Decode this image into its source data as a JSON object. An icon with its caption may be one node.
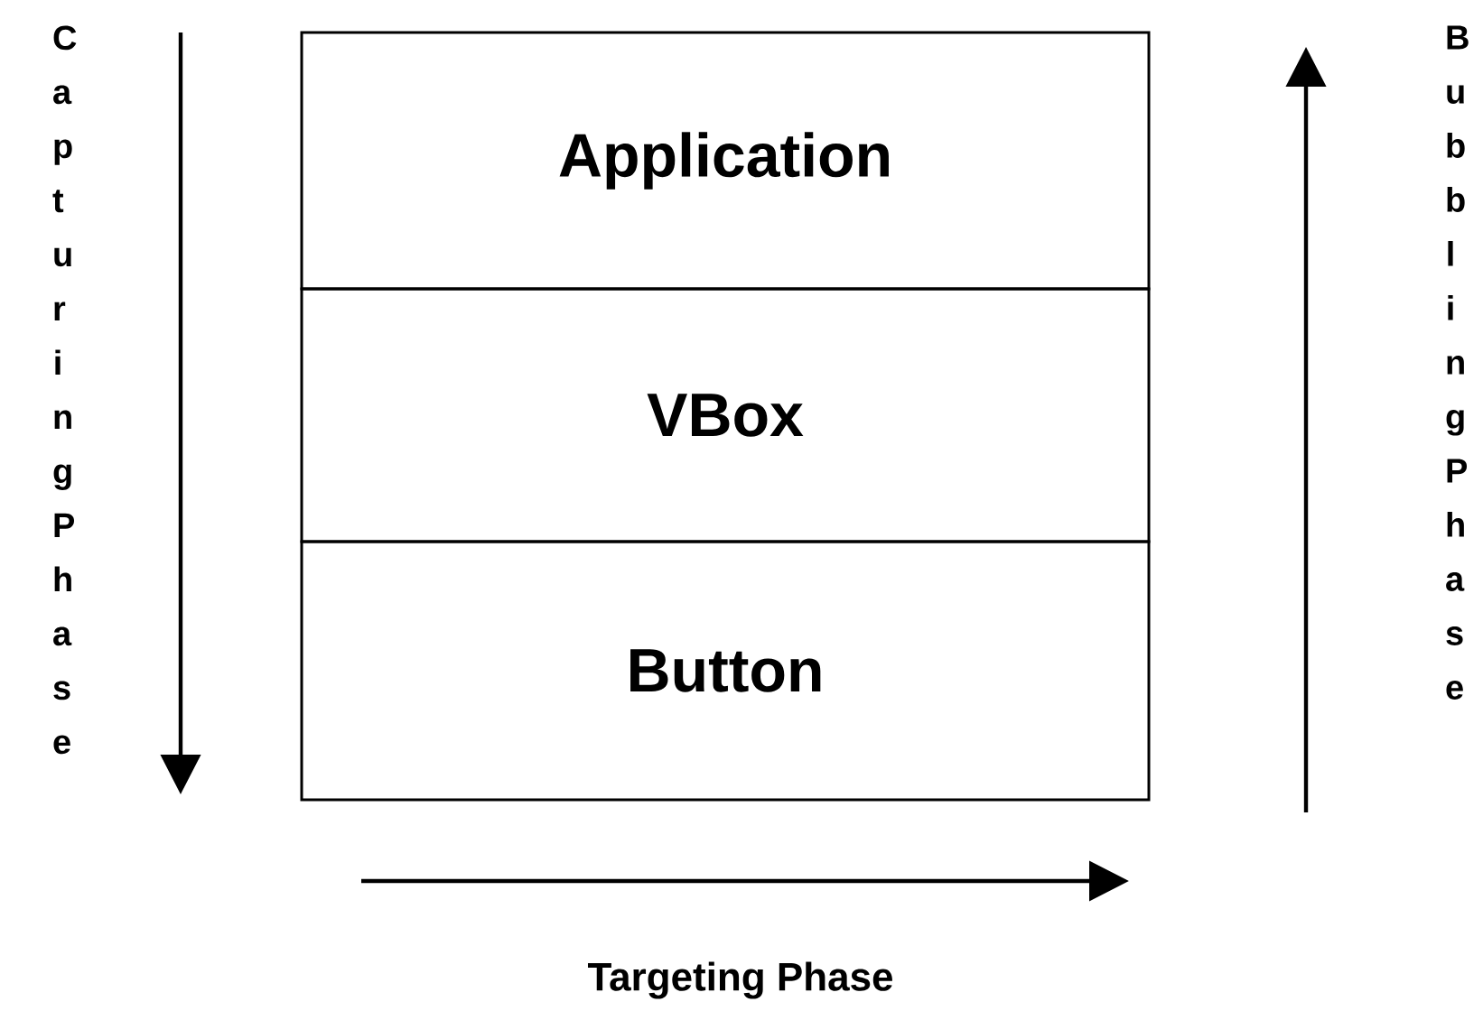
{
  "diagram": {
    "nodes": [
      {
        "text": [
          "Application"
        ]
      },
      {
        "text": [
          "VBox"
        ]
      },
      {
        "text": [
          "Button"
        ]
      }
    ],
    "labels": [
      "Capturing Phase",
      "Bubbling Phase",
      "Targeting Phase"
    ]
  }
}
